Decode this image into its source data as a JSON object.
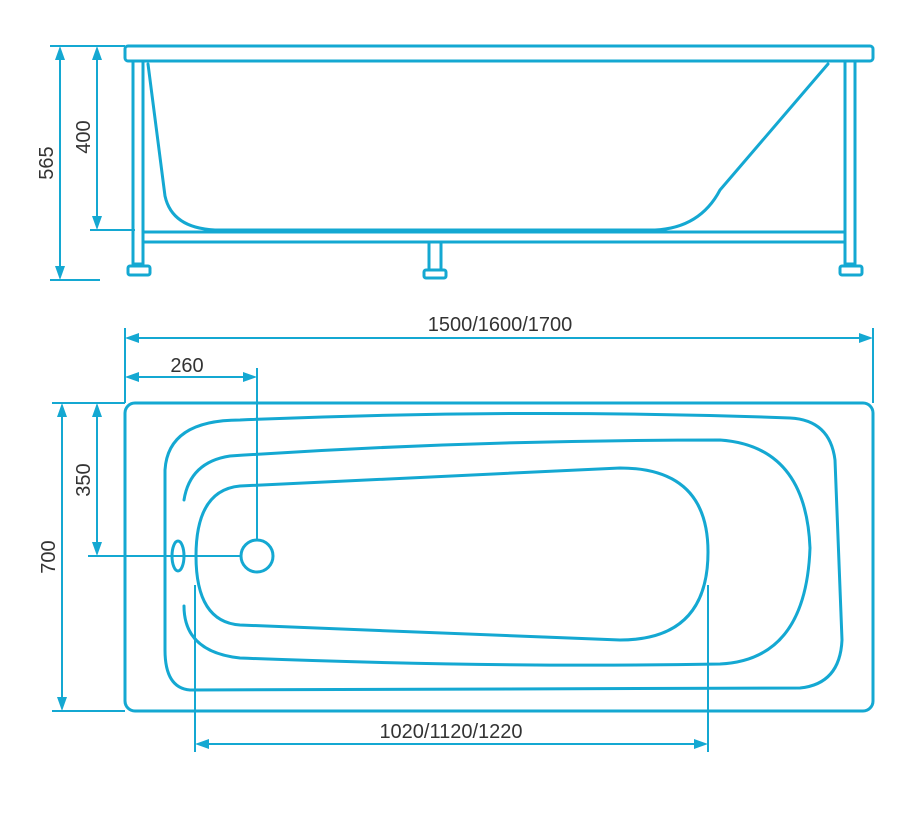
{
  "dimensions": {
    "total_height": "565",
    "tub_depth": "400",
    "length": "1500/1600/1700",
    "drain_offset": "260",
    "half_width": "350",
    "width": "700",
    "inner_length": "1020/1120/1220"
  },
  "colors": {
    "line": "#14a8d2",
    "text": "#333333"
  }
}
